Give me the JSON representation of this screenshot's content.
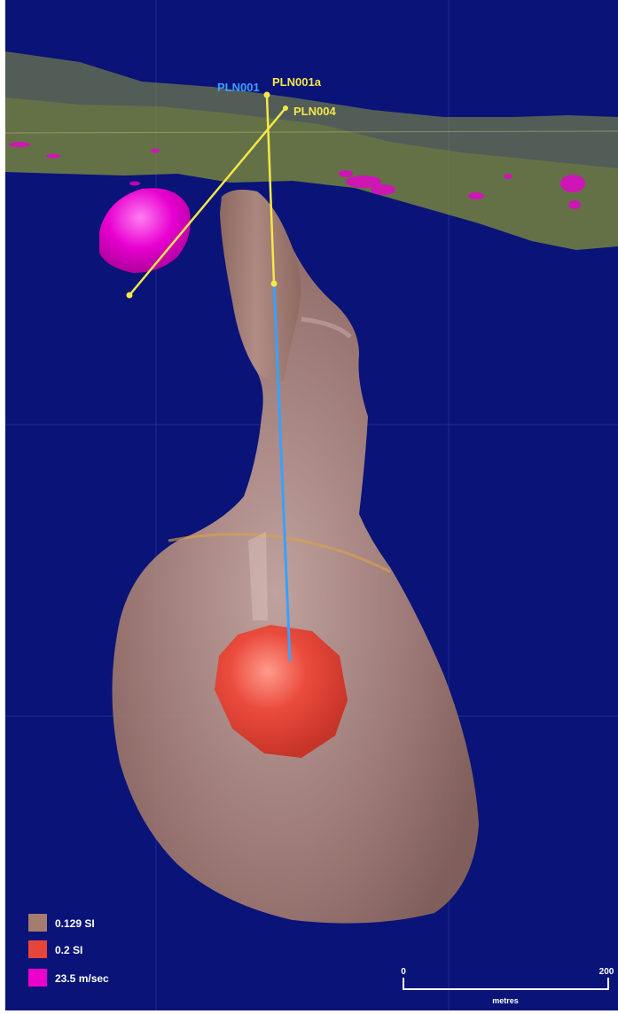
{
  "drillholes": [
    {
      "id": "PLN001",
      "color": "#3aa0ff"
    },
    {
      "id": "PLN001a",
      "color": "#f2e84a"
    },
    {
      "id": "PLN004",
      "color": "#f2e84a"
    }
  ],
  "legend": [
    {
      "label": "0.129 SI",
      "color": "#a47c70"
    },
    {
      "label": "0.2 SI",
      "color": "#e8453a"
    },
    {
      "label": "23.5 m/sec",
      "color": "#ee00cc"
    }
  ],
  "scale_bar": {
    "min_label": "0",
    "max_label": "200",
    "unit_label": "metres"
  },
  "colors": {
    "background": "#0a1378",
    "surface": "#8e9a3c",
    "body_low": "#a47c70",
    "body_high": "#e8453a",
    "velocity": "#e800d0"
  }
}
